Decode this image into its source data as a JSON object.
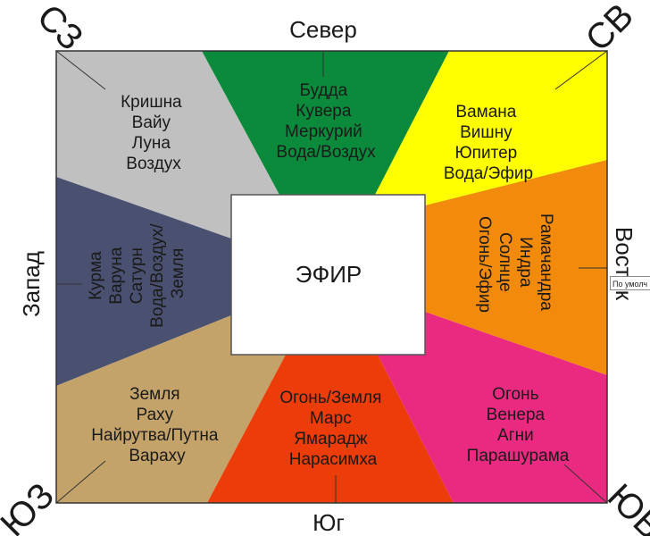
{
  "directions": {
    "north": "Север",
    "south": "Юг",
    "west": "Запад",
    "east": "Восток",
    "nw": "СЗ",
    "ne": "СВ",
    "sw": "ЮЗ",
    "se": "ЮВ"
  },
  "center": "ЭФИР",
  "sectors": {
    "nw": {
      "color": "#c0c0c0",
      "lines": [
        "Кришна",
        "Вайу",
        "Луна",
        "Воздух"
      ]
    },
    "n": {
      "color": "#0b8a3c",
      "lines": [
        "Будда",
        "Кувера",
        "Меркурий",
        "Вода/Воздух"
      ]
    },
    "ne": {
      "color": "#ffff00",
      "lines": [
        "Вамана",
        "Вишну",
        "Юпитер",
        "Вода/Эфир"
      ]
    },
    "w": {
      "color": "#4a5070",
      "lines": [
        "Курма",
        "Варуна",
        "Сатурн",
        "Вода/Воздух/",
        "Земля"
      ]
    },
    "e": {
      "color": "#f28a0c",
      "lines": [
        "Рамачандра",
        "Индра",
        "Солнце",
        "Огонь/Эфир"
      ]
    },
    "sw": {
      "color": "#c4a36a",
      "lines": [
        "Земля",
        "Раху",
        "Найрутва/Путна",
        "Вараху"
      ]
    },
    "s": {
      "color": "#ec3c0a",
      "lines": [
        "Огонь/Земля",
        "Марс",
        "Ямарадж",
        "Нарасимха"
      ]
    },
    "se": {
      "color": "#ea2a80",
      "lines": [
        "Огонь",
        "Венера",
        "Агни",
        "Парашурама"
      ]
    }
  },
  "tooltip": "По умолч"
}
